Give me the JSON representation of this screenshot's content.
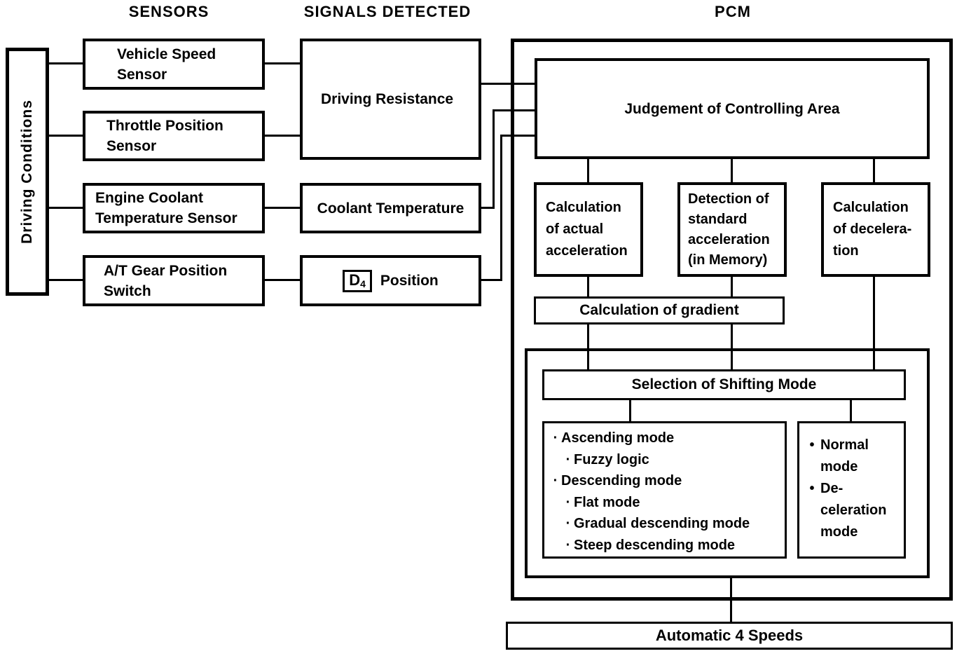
{
  "colors": {
    "ink": "#000000",
    "paper": "#ffffff"
  },
  "headers": {
    "sensors": "SENSORS",
    "signals_detected": "SIGNALS DETECTED",
    "pcm": "PCM"
  },
  "driving_conditions": {
    "label": "Driving Conditions"
  },
  "sensors": {
    "vehicle_speed": {
      "lines": [
        "Vehicle Speed",
        "Sensor"
      ]
    },
    "throttle_position": {
      "lines": [
        "Throttle Position",
        "Sensor"
      ]
    },
    "engine_coolant": {
      "lines": [
        "Engine Coolant",
        "Temperature Sensor"
      ]
    },
    "at_gear_position": {
      "lines": [
        "A/T Gear Position",
        "Switch"
      ]
    }
  },
  "signals": {
    "driving_resistance": "Driving Resistance",
    "coolant_temperature": "Coolant Temperature",
    "d4_position": {
      "gear": "D",
      "gear_sub": "4",
      "label": "Position"
    }
  },
  "pcm": {
    "judgement": "Judgement of Controlling Area",
    "calc_actual_acceleration": {
      "lines": [
        "Calculation",
        "of actual",
        "acceleration"
      ]
    },
    "detection_standard_acceleration": {
      "lines": [
        "Detection of",
        "standard",
        "acceleration",
        "(in Memory)"
      ]
    },
    "calc_deceleration": {
      "lines": [
        "Calculation",
        "of decelera-",
        "tion"
      ]
    },
    "calc_gradient": "Calculation of gradient",
    "selection_shifting_mode": "Selection of Shifting Mode",
    "shifting_modes": {
      "items": [
        {
          "bullet": "·",
          "level": 1,
          "text": "Ascending mode"
        },
        {
          "bullet": "·",
          "level": 2,
          "text": "Fuzzy logic"
        },
        {
          "bullet": "·",
          "level": 1,
          "text": "Descending mode"
        },
        {
          "bullet": "·",
          "level": 2,
          "text": "Flat mode"
        },
        {
          "bullet": "·",
          "level": 2,
          "text": "Gradual descending mode"
        },
        {
          "bullet": "·",
          "level": 2,
          "text": "Steep descending mode"
        }
      ]
    },
    "normal_modes": {
      "items": [
        {
          "bullet": "•",
          "lines": [
            "Normal",
            "mode"
          ]
        },
        {
          "bullet": "•",
          "lines": [
            "De-",
            "celeration",
            "mode"
          ]
        }
      ]
    },
    "output": "Automatic 4 Speeds"
  }
}
